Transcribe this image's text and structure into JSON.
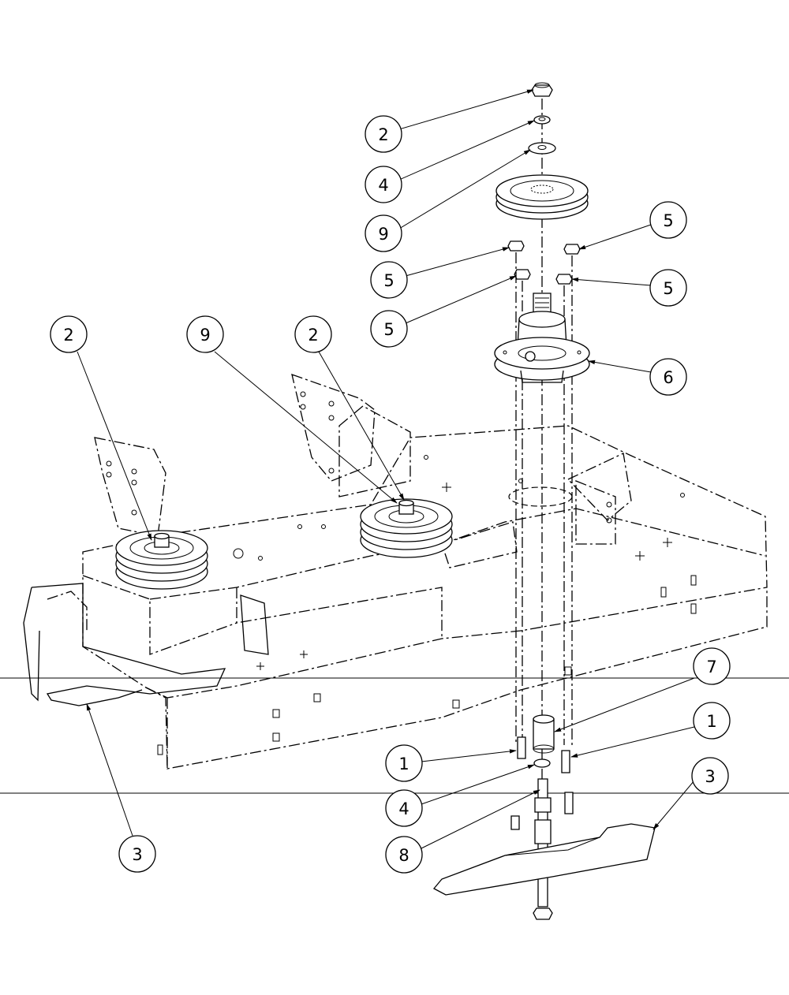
{
  "diagram": {
    "callouts": [
      {
        "id": "c-2-top",
        "label": "2"
      },
      {
        "id": "c-4-top",
        "label": "4"
      },
      {
        "id": "c-9-top",
        "label": "9"
      },
      {
        "id": "c-5-right-top",
        "label": "5"
      },
      {
        "id": "c-5-left-top",
        "label": "5"
      },
      {
        "id": "c-5-right-mid",
        "label": "5"
      },
      {
        "id": "c-5-left-mid",
        "label": "5"
      },
      {
        "id": "c-6",
        "label": "6"
      },
      {
        "id": "c-2-left",
        "label": "2"
      },
      {
        "id": "c-9-mid",
        "label": "9"
      },
      {
        "id": "c-2-mid",
        "label": "2"
      },
      {
        "id": "c-7",
        "label": "7"
      },
      {
        "id": "c-1-right",
        "label": "1"
      },
      {
        "id": "c-1-left",
        "label": "1"
      },
      {
        "id": "c-3-right",
        "label": "3"
      },
      {
        "id": "c-4-bottom",
        "label": "4"
      },
      {
        "id": "c-8",
        "label": "8"
      },
      {
        "id": "c-3-left",
        "label": "3"
      }
    ]
  }
}
